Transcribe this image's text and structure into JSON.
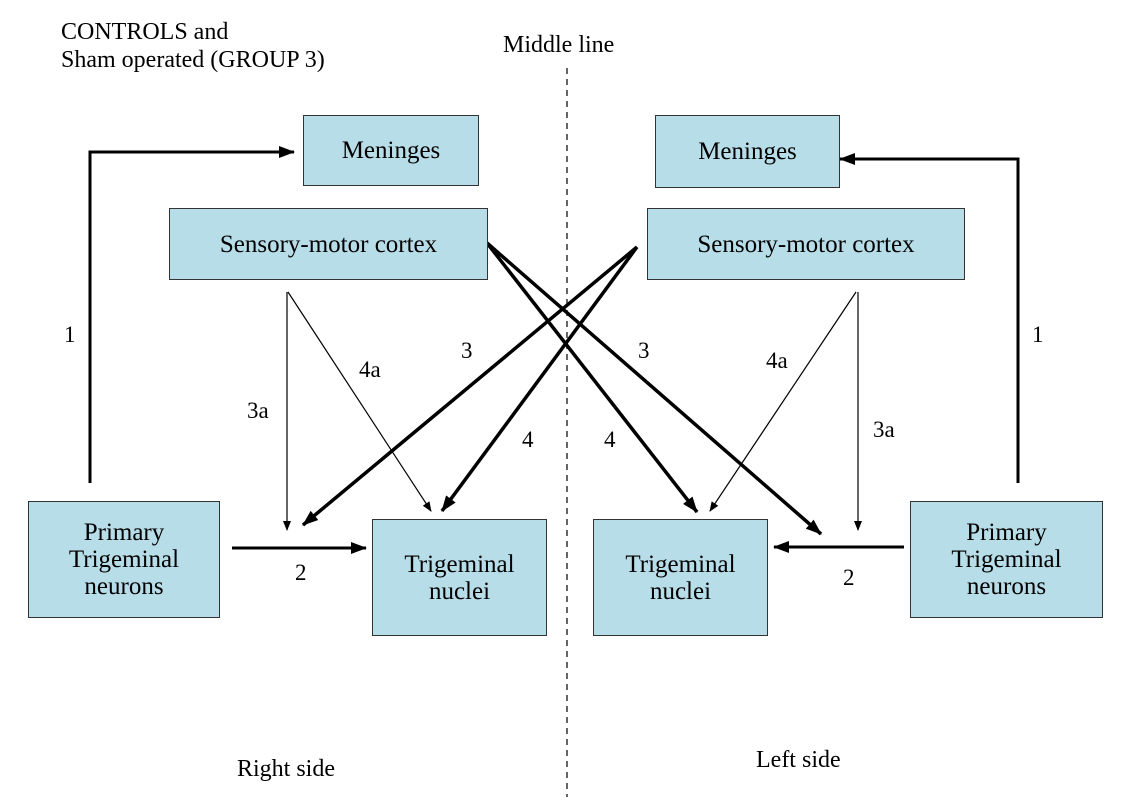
{
  "header": {
    "line1": "CONTROLS and",
    "line2": "Sham operated (GROUP 3)"
  },
  "middle_line_label": "Middle line",
  "right_side": {
    "side_label": "Right side",
    "meninges": "Meninges",
    "cortex": "Sensory-motor cortex",
    "primary": [
      "Primary",
      "Trigeminal",
      "neurons"
    ],
    "nuclei": [
      "Trigeminal",
      "nuclei"
    ]
  },
  "left_side": {
    "side_label": "Left side",
    "meninges": "Meninges",
    "cortex": "Sensory-motor cortex",
    "primary": [
      "Primary",
      "Trigeminal",
      "neurons"
    ],
    "nuclei": [
      "Trigeminal",
      "nuclei"
    ]
  },
  "pathway_labels": {
    "right_1": "1",
    "right_2": "2",
    "right_3": "3",
    "right_3a": "3a",
    "right_4": "4",
    "right_4a": "4a",
    "left_1": "1",
    "left_2": "2",
    "left_3": "3",
    "left_3a": "3a",
    "left_4": "4",
    "left_4a": "4a"
  },
  "colors": {
    "box_fill": "#b7dde8",
    "box_border": "#333333",
    "arrow": "#000000"
  }
}
